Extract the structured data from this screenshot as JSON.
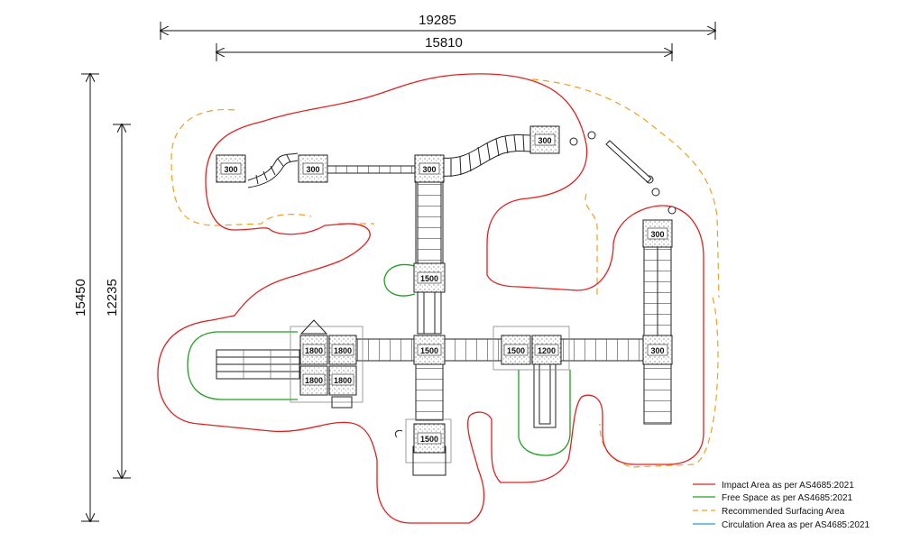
{
  "dimensions": {
    "overall_width": "19285",
    "equipment_width": "15810",
    "overall_depth": "15450",
    "equipment_depth": "12235"
  },
  "platforms": {
    "p1": "300",
    "p2": "300",
    "p3": "300",
    "p4": "300",
    "p5": "300",
    "p6": "1500",
    "p7": "1800",
    "p8": "1800",
    "p9": "1800",
    "p10": "1800",
    "p11": "1500",
    "p12": "1500",
    "p13": "1200",
    "p14": "300",
    "p15": "1500"
  },
  "legend": [
    {
      "label": "Impact Area as per AS4685:2021",
      "color": "#e02020",
      "style": "solid"
    },
    {
      "label": "Free Space as per AS4685:2021",
      "color": "#20a020",
      "style": "solid"
    },
    {
      "label": "Recommended Surfacing Area",
      "color": "#f0a020",
      "style": "dashed"
    },
    {
      "label": "Circulation Area as per AS4685:2021",
      "color": "#20a0e0",
      "style": "solid"
    }
  ]
}
